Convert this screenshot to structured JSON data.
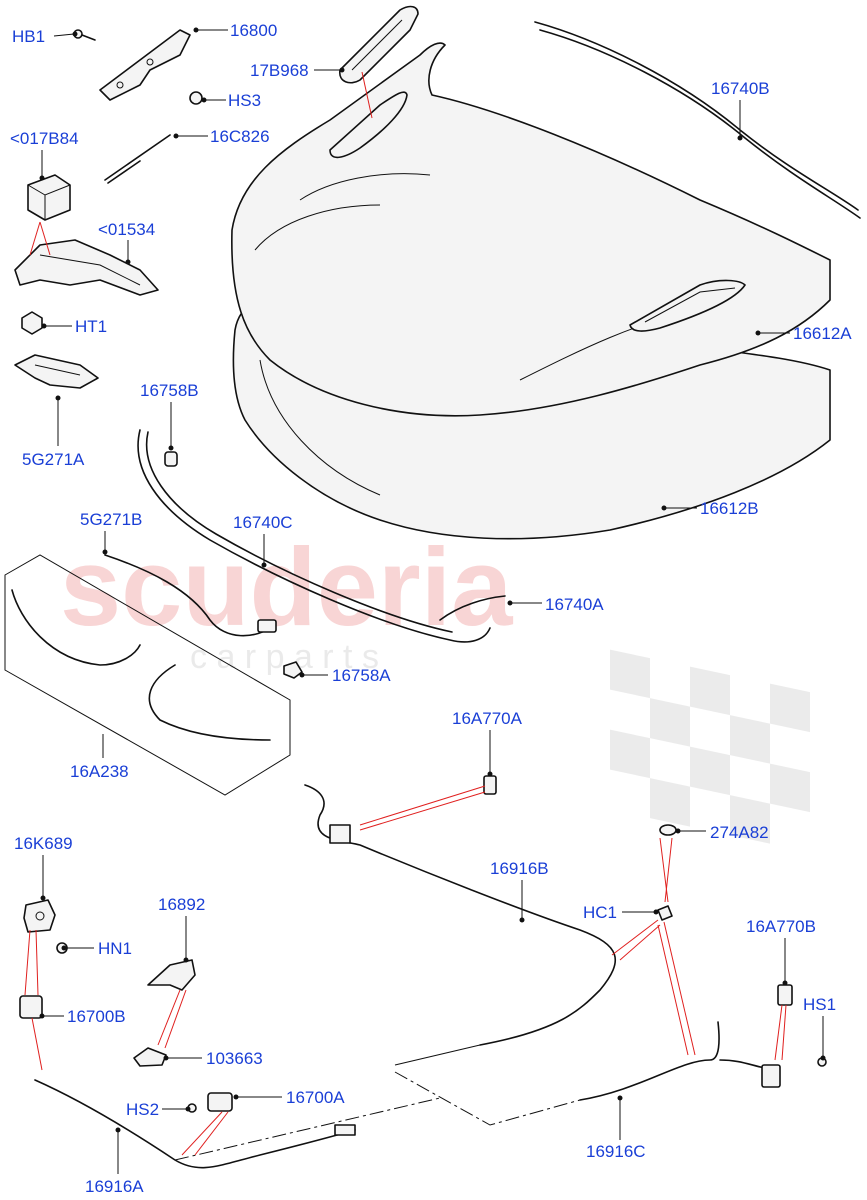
{
  "watermark": {
    "main": "scuderia",
    "sub": "c a r   p a r t s"
  },
  "labels": {
    "hb1": "HB1",
    "p16800": "16800",
    "hs3": "HS3",
    "p17b968": "17B968",
    "p16740b": "16740B",
    "p017b84": "<017B84",
    "p16c826": "16C826",
    "p01534": "<01534",
    "ht1": "HT1",
    "p16612a": "16612A",
    "p5g271a": "5G271A",
    "p16758b": "16758B",
    "p16612b": "16612B",
    "p5g271b": "5G271B",
    "p16740c": "16740C",
    "p16740a": "16740A",
    "p16758a": "16758A",
    "p16a238": "16A238",
    "p16a770a": "16A770A",
    "p274a82": "274A82",
    "p16k689": "16K689",
    "p16916b": "16916B",
    "hc1": "HC1",
    "p16892": "16892",
    "hn1": "HN1",
    "p16a770b": "16A770B",
    "p16700b": "16700B",
    "hs1": "HS1",
    "p103663": "103663",
    "hs2": "HS2",
    "p16700a": "16700A",
    "p16916c": "16916C",
    "p16916a": "16916A"
  },
  "colors": {
    "label": "#1a3fd6",
    "leader_red": "#e0201f",
    "watermark": "#f2b8b8"
  }
}
